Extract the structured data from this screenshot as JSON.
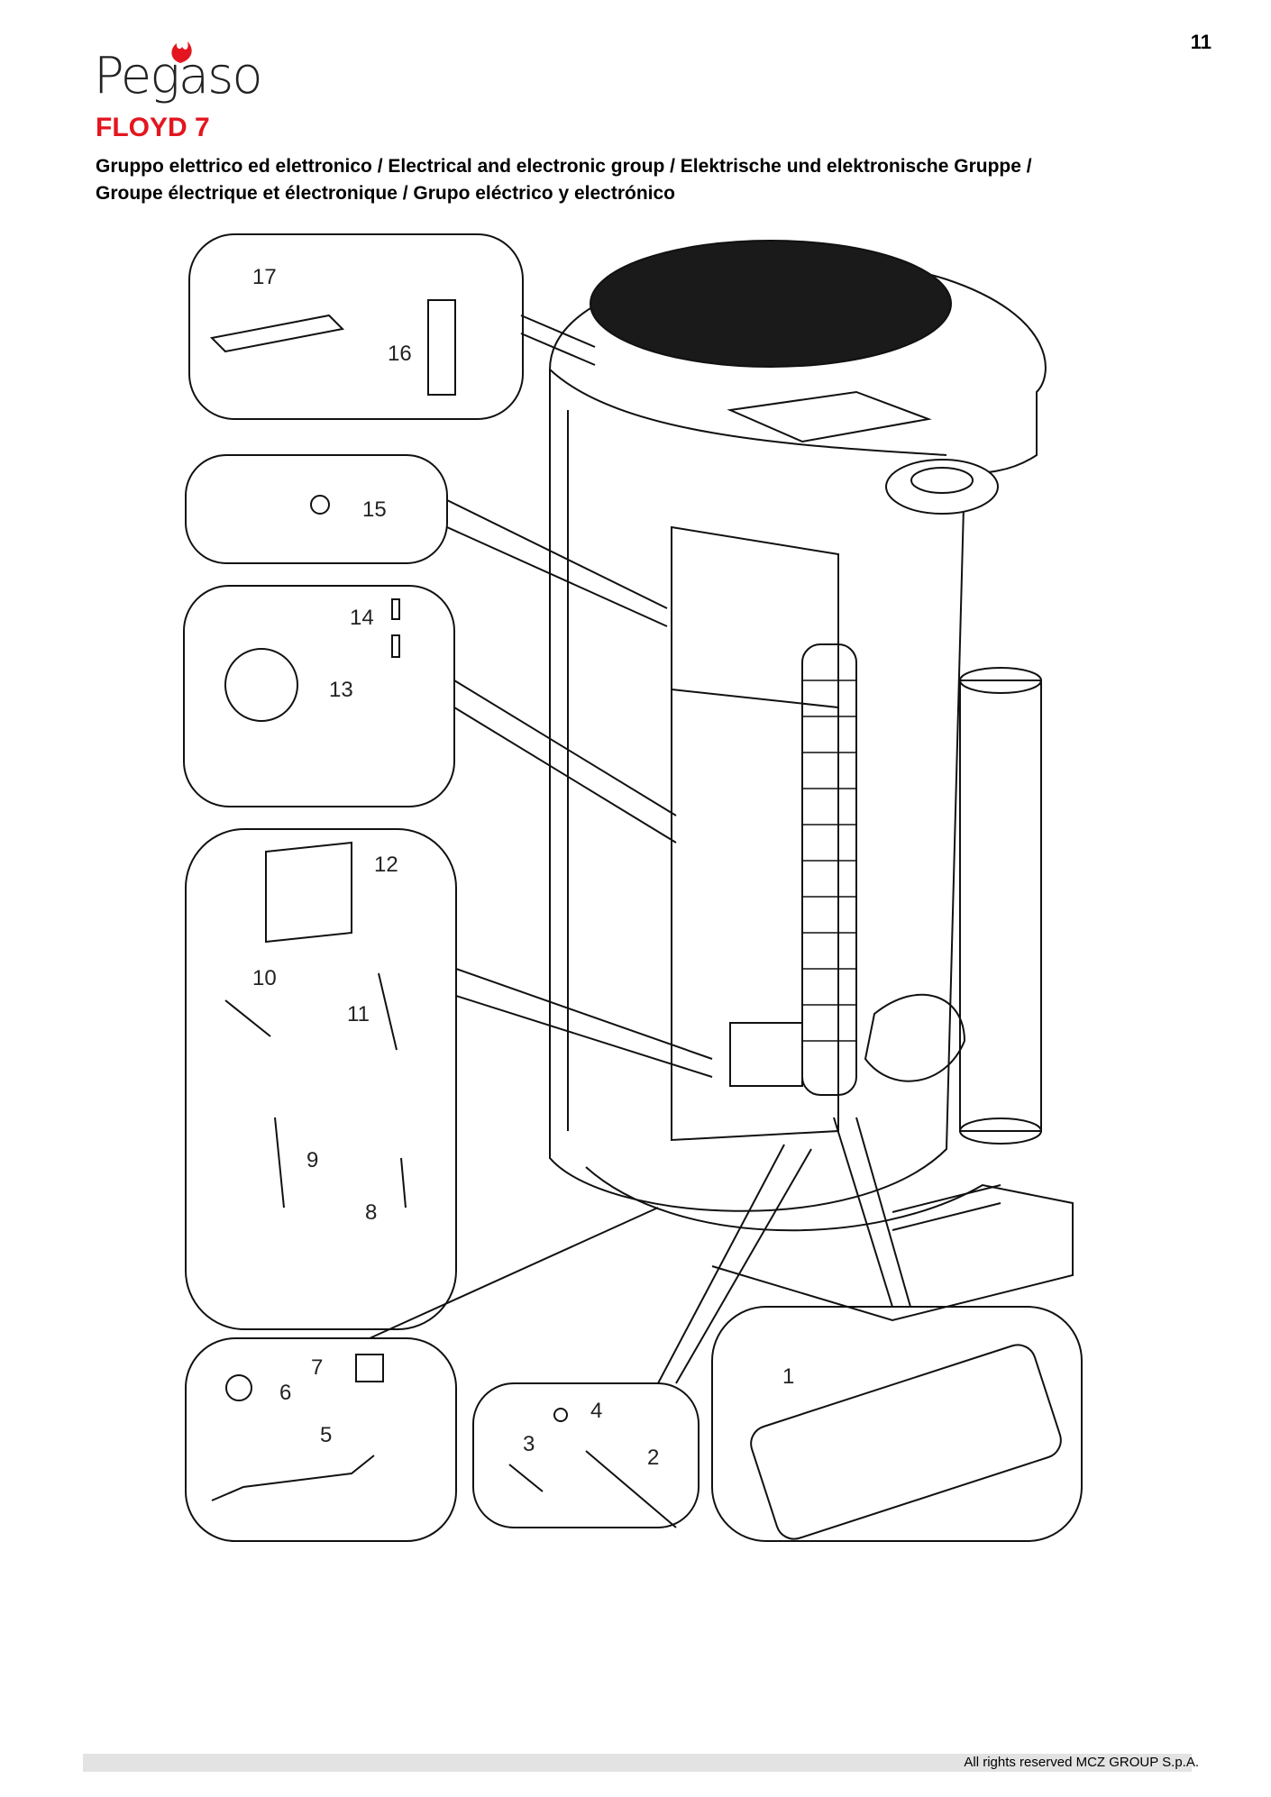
{
  "header": {
    "brand": "Pegaso",
    "page_number": "11",
    "model": "FLOYD 7",
    "subtitle_line1": "Gruppo elettrico ed elettronico / Electrical and electronic group / Elektrische und elektronische Gruppe /",
    "subtitle_line2": "Groupe électrique et électronique / Grupo eléctrico y electrónico"
  },
  "parts": {
    "p1": "1",
    "p2": "2",
    "p3": "3",
    "p4": "4",
    "p5": "5",
    "p6": "6",
    "p7": "7",
    "p8": "8",
    "p9": "9",
    "p10": "10",
    "p11": "11",
    "p12": "12",
    "p13": "13",
    "p14": "14",
    "p15": "15",
    "p16": "16",
    "p17": "17"
  },
  "footer": {
    "copyright": "All rights reserved MCZ GROUP S.p.A."
  }
}
